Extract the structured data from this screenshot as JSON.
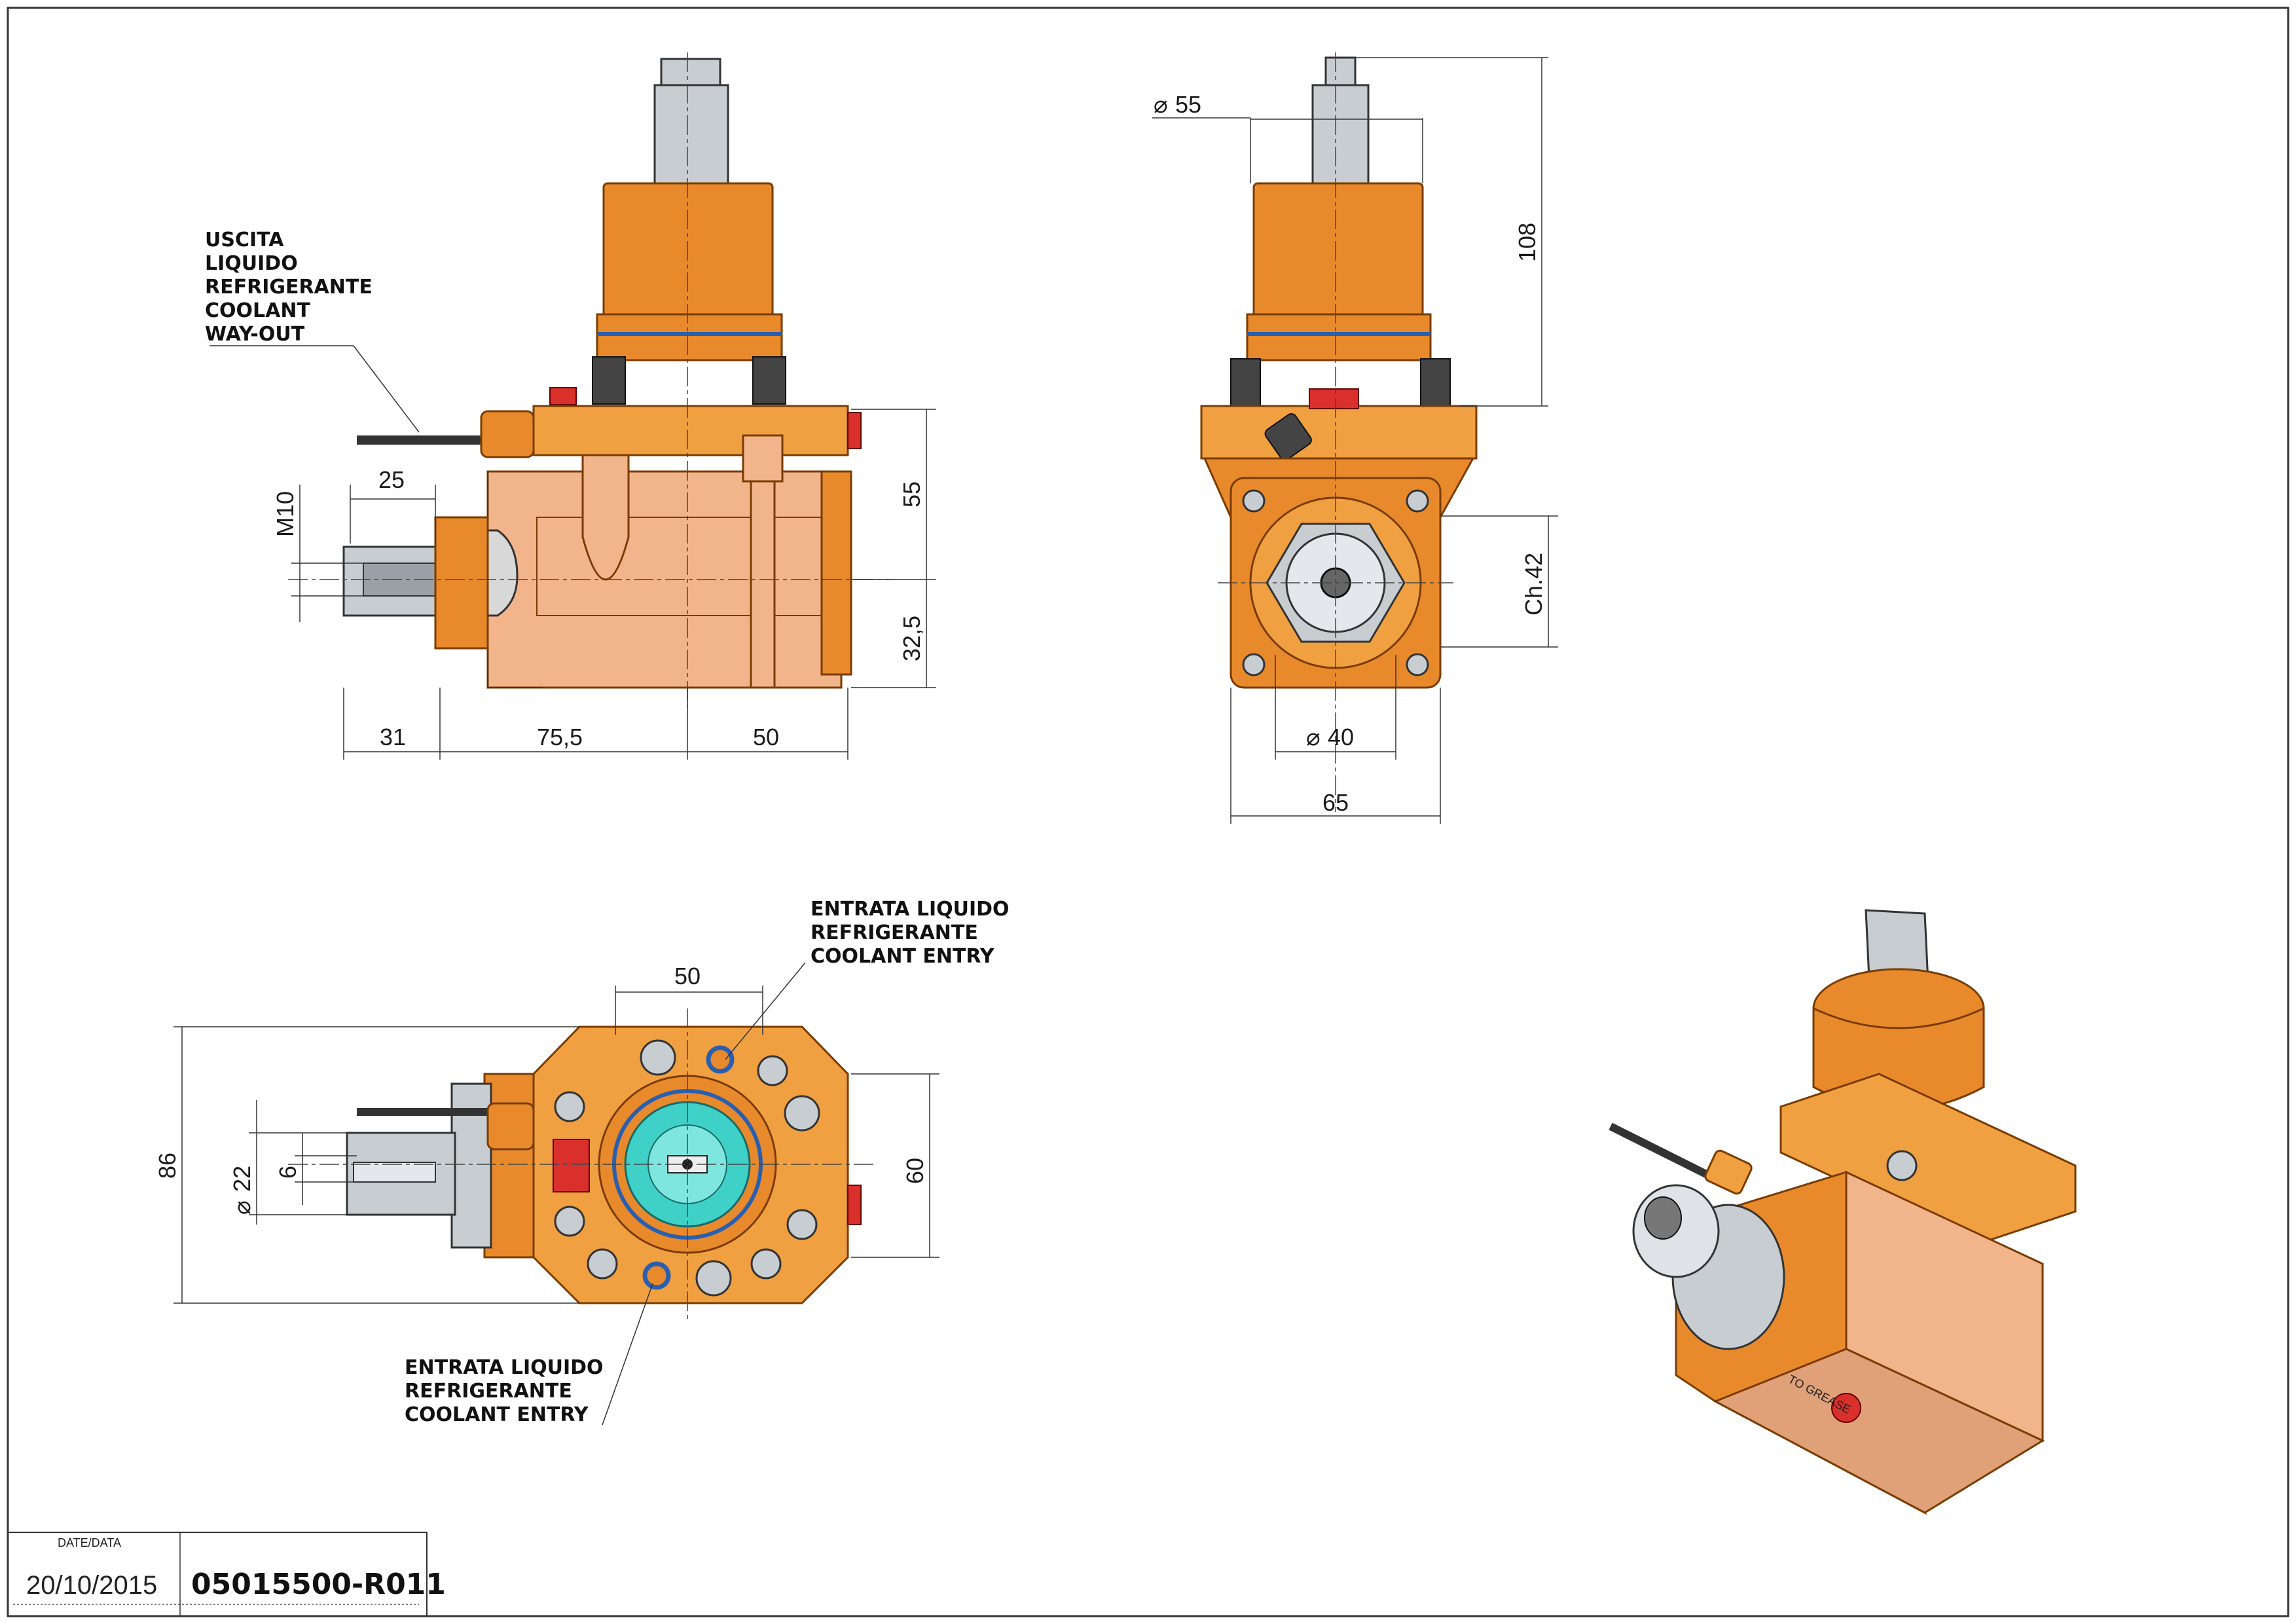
{
  "notes": {
    "coolant_out": [
      "USCITA",
      "LIQUIDO",
      "REFRIGERANTE",
      "COOLANT",
      "WAY-OUT"
    ],
    "coolant_entry_top": [
      "ENTRATA LIQUIDO",
      "REFRIGERANTE",
      "COOLANT ENTRY"
    ],
    "coolant_entry_bottom": [
      "ENTRATA LIQUIDO",
      "REFRIGERANTE",
      "COOLANT ENTRY"
    ]
  },
  "dimensions": {
    "front": {
      "thread": "M10",
      "d25": "25",
      "d55": "55",
      "d32_5": "32,5",
      "d31": "31",
      "d75_5": "75,5",
      "d50": "50"
    },
    "side": {
      "dia55": "55",
      "d108": "108",
      "ch42": "Ch.42",
      "dia40": "40",
      "d65": "65"
    },
    "top": {
      "d50": "50",
      "d86": "86",
      "dia22": "22",
      "d6": "6",
      "d60": "60"
    }
  },
  "symbols": {
    "diameter": "⌀"
  },
  "colors": {
    "body": "#e88a2c",
    "flange": "#f0a040",
    "housing": "#f2b48a",
    "steel": "#c8cdd2",
    "seal": "#2a5fb0",
    "plug": "#d9302b"
  },
  "title_block": {
    "date_label": "DATE/DATA",
    "date": "20/10/2015",
    "part_number": "05015500-R011"
  },
  "iso_label": "TO GREASE"
}
